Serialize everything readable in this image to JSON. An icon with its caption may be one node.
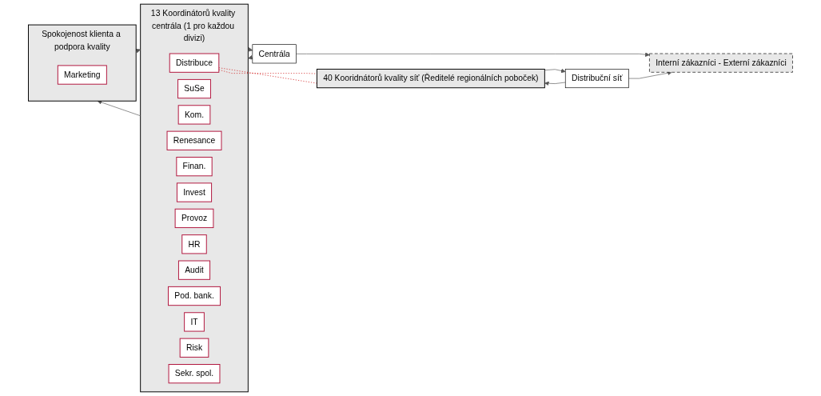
{
  "diagram": {
    "nodes": [
      {
        "text": [
          "Spokojenost klienta a podpora kvality"
        ]
      },
      {
        "text": [
          "Marketing"
        ],
        "in": 0
      },
      {
        "text": [
          "13 Koordinátorů kvality centrála (1 pro každou divizi)"
        ]
      },
      {
        "text": [
          "Sekr. spol."
        ],
        "in": 2
      },
      {
        "text": [
          "Risk"
        ],
        "in": 2
      },
      {
        "text": [
          "IT"
        ],
        "in": 2
      },
      {
        "text": [
          "Pod. bank."
        ],
        "in": 2
      },
      {
        "text": [
          "Audit"
        ],
        "in": 2
      },
      {
        "text": [
          "HR"
        ],
        "in": 2
      },
      {
        "text": [
          "Provoz"
        ],
        "in": 2
      },
      {
        "text": [
          "Invest"
        ],
        "in": 2
      },
      {
        "text": [
          "Finan."
        ],
        "in": 2
      },
      {
        "text": [
          "Renesance"
        ],
        "in": 2
      },
      {
        "text": [
          "Kom."
        ],
        "in": 2
      },
      {
        "text": [
          "SuSe"
        ],
        "in": 2
      },
      {
        "text": [
          "Distribuce"
        ],
        "in": 2
      },
      {
        "text": [
          "40 Kooridnátorů kvality síť (Ředitelé regionálních poboček)"
        ]
      },
      {
        "text": [
          "Centrála"
        ]
      },
      {
        "text": [
          "Distribuční síť"
        ]
      },
      {
        "text": [
          "Interní zákazníci - Externí zákazníci"
        ]
      }
    ],
    "edges": [
      {
        "from": 0,
        "to": 2,
        "arrow": "to"
      },
      {
        "from": 2,
        "to": 0,
        "arrow": "to"
      },
      {
        "from": 2,
        "to": 17,
        "arrow": "to"
      },
      {
        "from": 17,
        "to": 2,
        "arrow": "to"
      },
      {
        "from": 17,
        "to": 19,
        "arrow": "to"
      },
      {
        "from": 15,
        "to": 16,
        "arrow": "none",
        "style": "dashed",
        "color": "#cc0000"
      },
      {
        "from": 15,
        "to": 16,
        "arrow": "none",
        "style": "dashed",
        "color": "#cc0000"
      },
      {
        "from": 16,
        "to": 18,
        "arrow": "to"
      },
      {
        "from": 18,
        "to": 16,
        "arrow": "to"
      },
      {
        "from": 18,
        "to": 19,
        "arrow": "to"
      }
    ]
  }
}
